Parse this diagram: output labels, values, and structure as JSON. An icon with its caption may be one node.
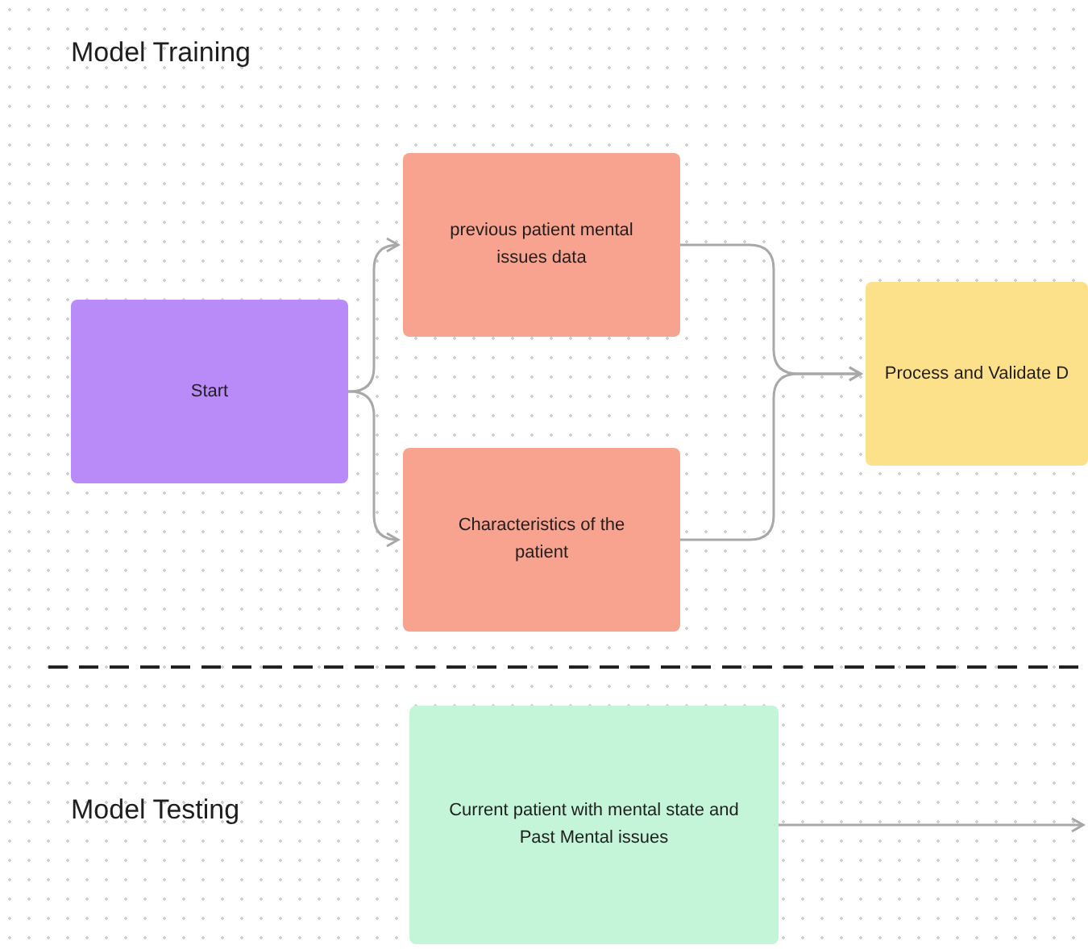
{
  "diagram": {
    "nodes": [
      {
        "text": [
          "Start"
        ]
      },
      {
        "text": [
          "previous patient mental issues data"
        ]
      },
      {
        "text": [
          "Characteristics of the patient"
        ]
      },
      {
        "text": [
          "Process and Validate D"
        ]
      },
      {
        "text": [
          "Current patient with mental state and Past Mental issues"
        ]
      }
    ],
    "edges": [
      {
        "from": 0,
        "to": 1,
        "arrow": "to"
      },
      {
        "from": 0,
        "to": 2,
        "arrow": "to"
      },
      {
        "from": 1,
        "to": 3,
        "arrow": "to"
      },
      {
        "from": 2,
        "to": 3,
        "arrow": "to"
      },
      {
        "from": 4,
        "to": null,
        "arrow": "to"
      }
    ],
    "labels": [
      "Model Training",
      "Model Testing"
    ]
  }
}
